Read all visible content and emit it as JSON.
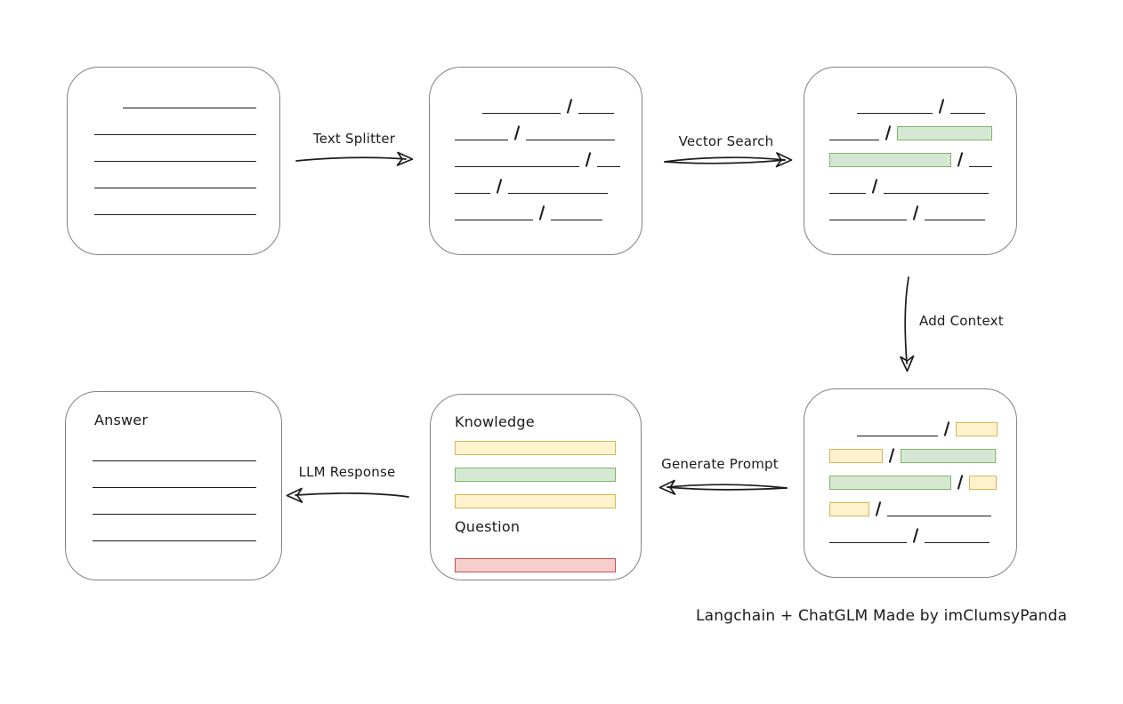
{
  "caption": "Langchain + ChatGLM Made by imClumsyPanda",
  "colors": {
    "background": "#ffffff",
    "stroke": "#1b1b1b",
    "box_border": "#828282",
    "green_fill": "#d5e8d4",
    "green_border": "#82b366",
    "yellow_fill": "#fff2cc",
    "yellow_border": "#d6b656",
    "red_fill": "#f8cecc",
    "red_border": "#b85450"
  },
  "arrows": {
    "text_splitter": {
      "label": "Text Splitter",
      "direction": "right"
    },
    "vector_search": {
      "label": "Vector Search",
      "direction": "right"
    },
    "add_context": {
      "label": "Add Context",
      "direction": "down"
    },
    "generate_prompt": {
      "label": "Generate Prompt",
      "direction": "left"
    },
    "llm_response": {
      "label": "LLM Response",
      "direction": "left"
    }
  },
  "boxes": {
    "document": {
      "rows": [
        {
          "indent": 32,
          "segs": [
            {
              "t": "line",
              "w": 150
            }
          ]
        },
        {
          "segs": [
            {
              "t": "line",
              "w": 182
            }
          ]
        },
        {
          "segs": [
            {
              "t": "line",
              "w": 182
            }
          ]
        },
        {
          "segs": [
            {
              "t": "line",
              "w": 182
            }
          ]
        },
        {
          "segs": [
            {
              "t": "line",
              "w": 182
            }
          ]
        }
      ]
    },
    "chunks": {
      "rows": [
        {
          "indent": 31,
          "segs": [
            {
              "t": "line",
              "w": 88
            },
            {
              "t": "slash"
            },
            {
              "t": "line",
              "w": 40
            }
          ]
        },
        {
          "segs": [
            {
              "t": "line",
              "w": 60
            },
            {
              "t": "slash"
            },
            {
              "t": "line",
              "w": 100
            }
          ]
        },
        {
          "segs": [
            {
              "t": "line",
              "w": 140
            },
            {
              "t": "slash"
            },
            {
              "t": "line",
              "w": 26
            }
          ]
        },
        {
          "segs": [
            {
              "t": "line",
              "w": 40
            },
            {
              "t": "slash"
            },
            {
              "t": "line",
              "w": 112
            }
          ]
        },
        {
          "segs": [
            {
              "t": "line",
              "w": 88
            },
            {
              "t": "slash"
            },
            {
              "t": "line",
              "w": 58
            }
          ]
        }
      ]
    },
    "vector_result": {
      "rows": [
        {
          "indent": 31,
          "segs": [
            {
              "t": "line",
              "w": 85
            },
            {
              "t": "slash"
            },
            {
              "t": "line",
              "w": 39
            }
          ]
        },
        {
          "segs": [
            {
              "t": "line",
              "w": 56
            },
            {
              "t": "slash"
            },
            {
              "t": "green",
              "w": 107
            }
          ]
        },
        {
          "segs": [
            {
              "t": "green",
              "w": 137
            },
            {
              "t": "slash"
            },
            {
              "t": "line",
              "w": 26
            }
          ]
        },
        {
          "segs": [
            {
              "t": "line",
              "w": 41
            },
            {
              "t": "slash"
            },
            {
              "t": "line",
              "w": 118
            }
          ]
        },
        {
          "segs": [
            {
              "t": "line",
              "w": 87
            },
            {
              "t": "slash"
            },
            {
              "t": "line",
              "w": 68
            }
          ]
        }
      ]
    },
    "context": {
      "rows": [
        {
          "indent": 31,
          "segs": [
            {
              "t": "line",
              "w": 91
            },
            {
              "t": "slash"
            },
            {
              "t": "yellow",
              "w": 47
            }
          ]
        },
        {
          "segs": [
            {
              "t": "yellow",
              "w": 60
            },
            {
              "t": "slash"
            },
            {
              "t": "green",
              "w": 107
            }
          ]
        },
        {
          "segs": [
            {
              "t": "green",
              "w": 137
            },
            {
              "t": "slash"
            },
            {
              "t": "yellow",
              "w": 31
            }
          ]
        },
        {
          "segs": [
            {
              "t": "yellow",
              "w": 45
            },
            {
              "t": "slash"
            },
            {
              "t": "line",
              "w": 117
            }
          ]
        },
        {
          "segs": [
            {
              "t": "line",
              "w": 87
            },
            {
              "t": "slash"
            },
            {
              "t": "line",
              "w": 73
            }
          ]
        }
      ]
    },
    "prompt": {
      "knowledge_label": "Knowledge",
      "question_label": "Question",
      "knowledge_bars": {
        "rows": [
          {
            "segs": [
              {
                "t": "yellow",
                "w": 181
              }
            ]
          },
          {
            "segs": [
              {
                "t": "green",
                "w": 181
              }
            ]
          },
          {
            "segs": [
              {
                "t": "yellow",
                "w": 181
              }
            ]
          }
        ]
      },
      "question_bars": {
        "rows": [
          {
            "segs": [
              {
                "t": "red",
                "w": 181
              }
            ]
          }
        ]
      }
    },
    "answer": {
      "title": "Answer",
      "rows": [
        {
          "segs": [
            {
              "t": "line",
              "w": 184
            }
          ]
        },
        {
          "segs": [
            {
              "t": "line",
              "w": 184
            }
          ]
        },
        {
          "segs": [
            {
              "t": "line",
              "w": 184
            }
          ]
        },
        {
          "segs": [
            {
              "t": "line",
              "w": 184
            }
          ]
        }
      ]
    }
  }
}
